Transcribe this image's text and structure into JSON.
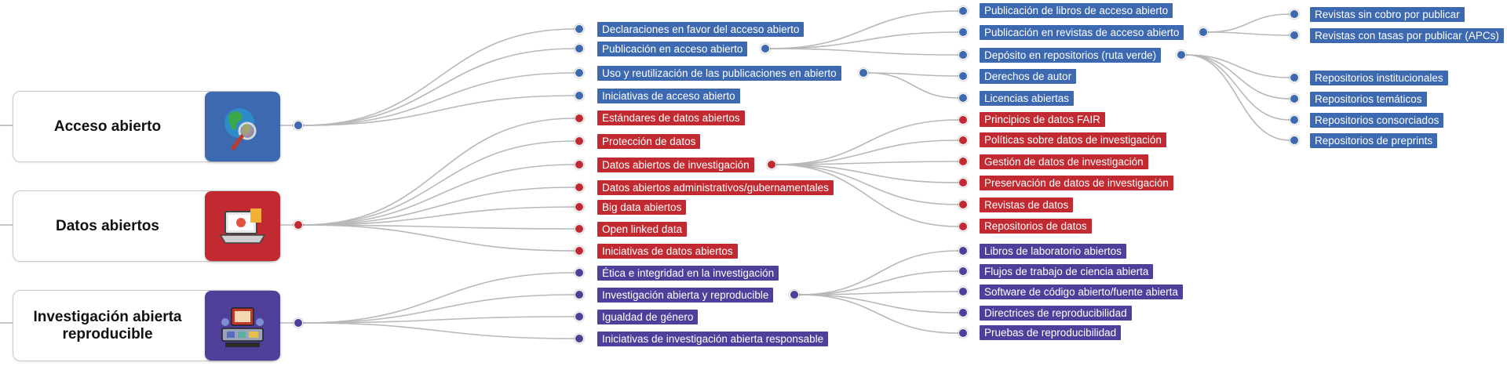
{
  "colors": {
    "acceso": "#3d69b0",
    "datos": "#c22a31",
    "investigacion": "#4f3f9a",
    "line": "#b8b8b8"
  },
  "categories": [
    {
      "id": "acceso",
      "title": "Acceso abierto",
      "icon": "globe-magnifier-icon",
      "color": "#3d69b0"
    },
    {
      "id": "datos",
      "title": "Datos abiertos",
      "icon": "laptop-data-icon",
      "color": "#c22a31"
    },
    {
      "id": "investigacion",
      "title": "Investigación abierta reproducible",
      "icon": "lab-equipment-icon",
      "color": "#4f3f9a"
    }
  ],
  "nodes": {
    "a1": "Declaraciones en favor del acceso abierto",
    "a2": "Publicación en acceso abierto",
    "a3": "Uso y reutilización de las publicaciones en abierto",
    "a4": "Iniciativas de acceso abierto",
    "a2_1": "Publicación de libros de acceso abierto",
    "a2_2": "Publicación en revistas de acceso abierto",
    "a2_3": "Depósito en repositorios (ruta verde)",
    "a3_1": "Derechos de autor",
    "a3_2": "Licencias abiertas",
    "a22_1": "Revistas sin cobro por publicar",
    "a22_2": "Revistas con tasas por publicar (APCs)",
    "a23_1": "Repositorios institucionales",
    "a23_2": "Repositorios temáticos",
    "a23_3": "Repositorios consorciados",
    "a23_4": "Repositorios de preprints",
    "d1": "Estándares de datos abiertos",
    "d2": "Protección de datos",
    "d3": "Datos abiertos de investigación",
    "d4": "Datos abiertos administrativos/gubernamentales",
    "d5": "Big data abiertos",
    "d6": "Open linked data",
    "d7": "Iniciativas de datos abiertos",
    "d3_1": "Principios de datos FAIR",
    "d3_2": "Políticas sobre datos de investigación",
    "d3_3": "Gestión de datos de investigación",
    "d3_4": "Preservación de datos de investigación",
    "d3_5": "Revistas de datos",
    "d3_6": "Repositorios de datos",
    "i1": "Ética e integridad en la investigación",
    "i2": "Investigación abierta y reproducible",
    "i3": "Igualdad de género",
    "i4": "Iniciativas de investigación abierta responsable",
    "i2_1": "Libros de laboratorio abiertos",
    "i2_2": "Flujos de trabajo de ciencia abierta",
    "i2_3": "Software de código abierto/fuente abierta",
    "i2_4": "Directrices de reproducibilidad",
    "i2_5": "Pruebas de reproducibilidad"
  }
}
